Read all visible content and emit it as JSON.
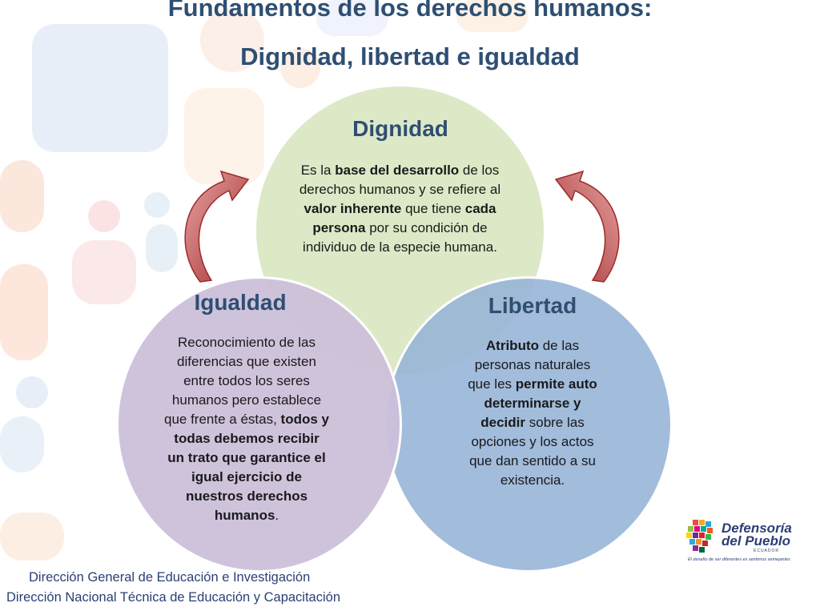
{
  "title": {
    "line1": "Fundamentos de los derechos humanos:",
    "line2": "Dignidad, libertad e igualdad"
  },
  "circles": {
    "dignidad": {
      "heading": "Dignidad",
      "segments": [
        {
          "text": "Es la ",
          "bold": false
        },
        {
          "text": "base del desarrollo",
          "bold": true
        },
        {
          "text": " de los derechos humanos y se refiere al ",
          "bold": false
        },
        {
          "text": "valor inherente",
          "bold": true
        },
        {
          "text": " que tiene ",
          "bold": false
        },
        {
          "text": "cada persona",
          "bold": true
        },
        {
          "text": " por su condición de individuo de la especie humana.",
          "bold": false
        }
      ]
    },
    "igualdad": {
      "heading": "Igualdad",
      "segments": [
        {
          "text": "Reconocimiento de las diferencias que existen entre todos los seres humanos pero establece que frente a éstas, ",
          "bold": false
        },
        {
          "text": "todos y todas debemos recibir un trato que garantice el igual ejercicio de nuestros derechos humanos",
          "bold": true
        },
        {
          "text": ".",
          "bold": false
        }
      ]
    },
    "libertad": {
      "heading": "Libertad",
      "segments": [
        {
          "text": "Atributo",
          "bold": true
        },
        {
          "text": " de las personas naturales que les ",
          "bold": false
        },
        {
          "text": "permite auto determinarse y decidir",
          "bold": true
        },
        {
          "text": " sobre las opciones y los actos que dan sentido a su existencia.",
          "bold": false
        }
      ]
    }
  },
  "footer": {
    "line1": "Dirección General de  Educación e Investigación",
    "line2": "Dirección Nacional Técnica de Educación y Capacitación"
  },
  "logo": {
    "line1": "Defensoría",
    "line2": "del Pueblo",
    "country": "ECUADOR",
    "slogan": "El desafío de ser diferentes es sentirnos semejantes"
  },
  "colors": {
    "title": "#2e4f72",
    "dignidad_fill": "#d7e4bd",
    "libertad_fill": "#95b3d7",
    "igualdad_fill": "#ccc0da",
    "arrow": "#b03a3a",
    "footer": "#2b3f76"
  },
  "icons": {
    "left_arrow": "curved-arrow-icon",
    "right_arrow": "curved-arrow-icon"
  }
}
